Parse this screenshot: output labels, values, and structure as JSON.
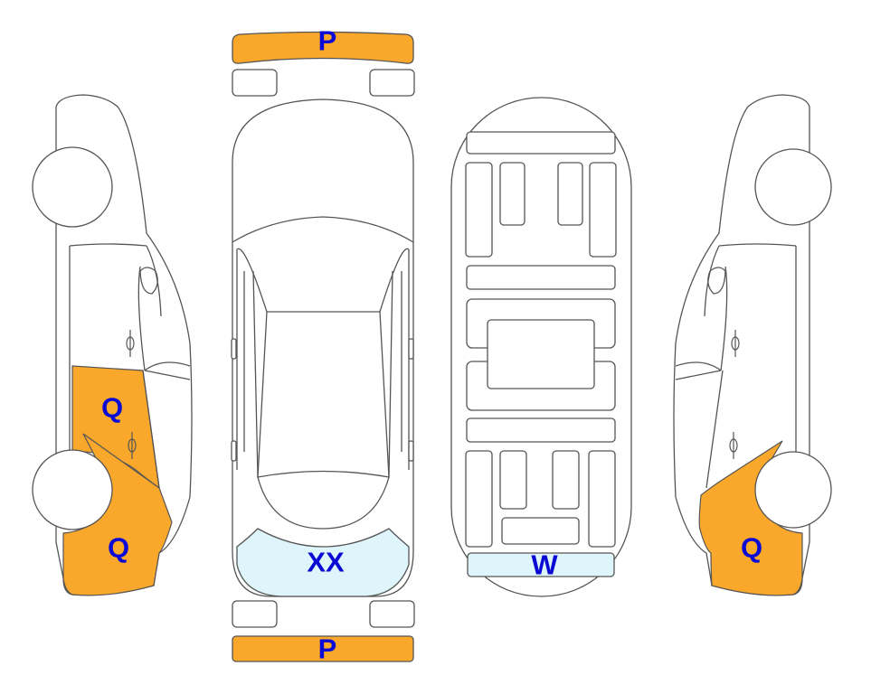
{
  "colors": {
    "orange": "#F9A82B",
    "light_blue": "#DDF5FB",
    "label": "#0A0AD4",
    "outline": "#555555"
  },
  "labels": {
    "front_bumper": "P",
    "rear_bumper": "P",
    "left_rear_door": "Q",
    "left_rear_quarter": "Q",
    "right_rear_quarter": "Q",
    "rear_window": "XX",
    "rear_glass": "W"
  }
}
